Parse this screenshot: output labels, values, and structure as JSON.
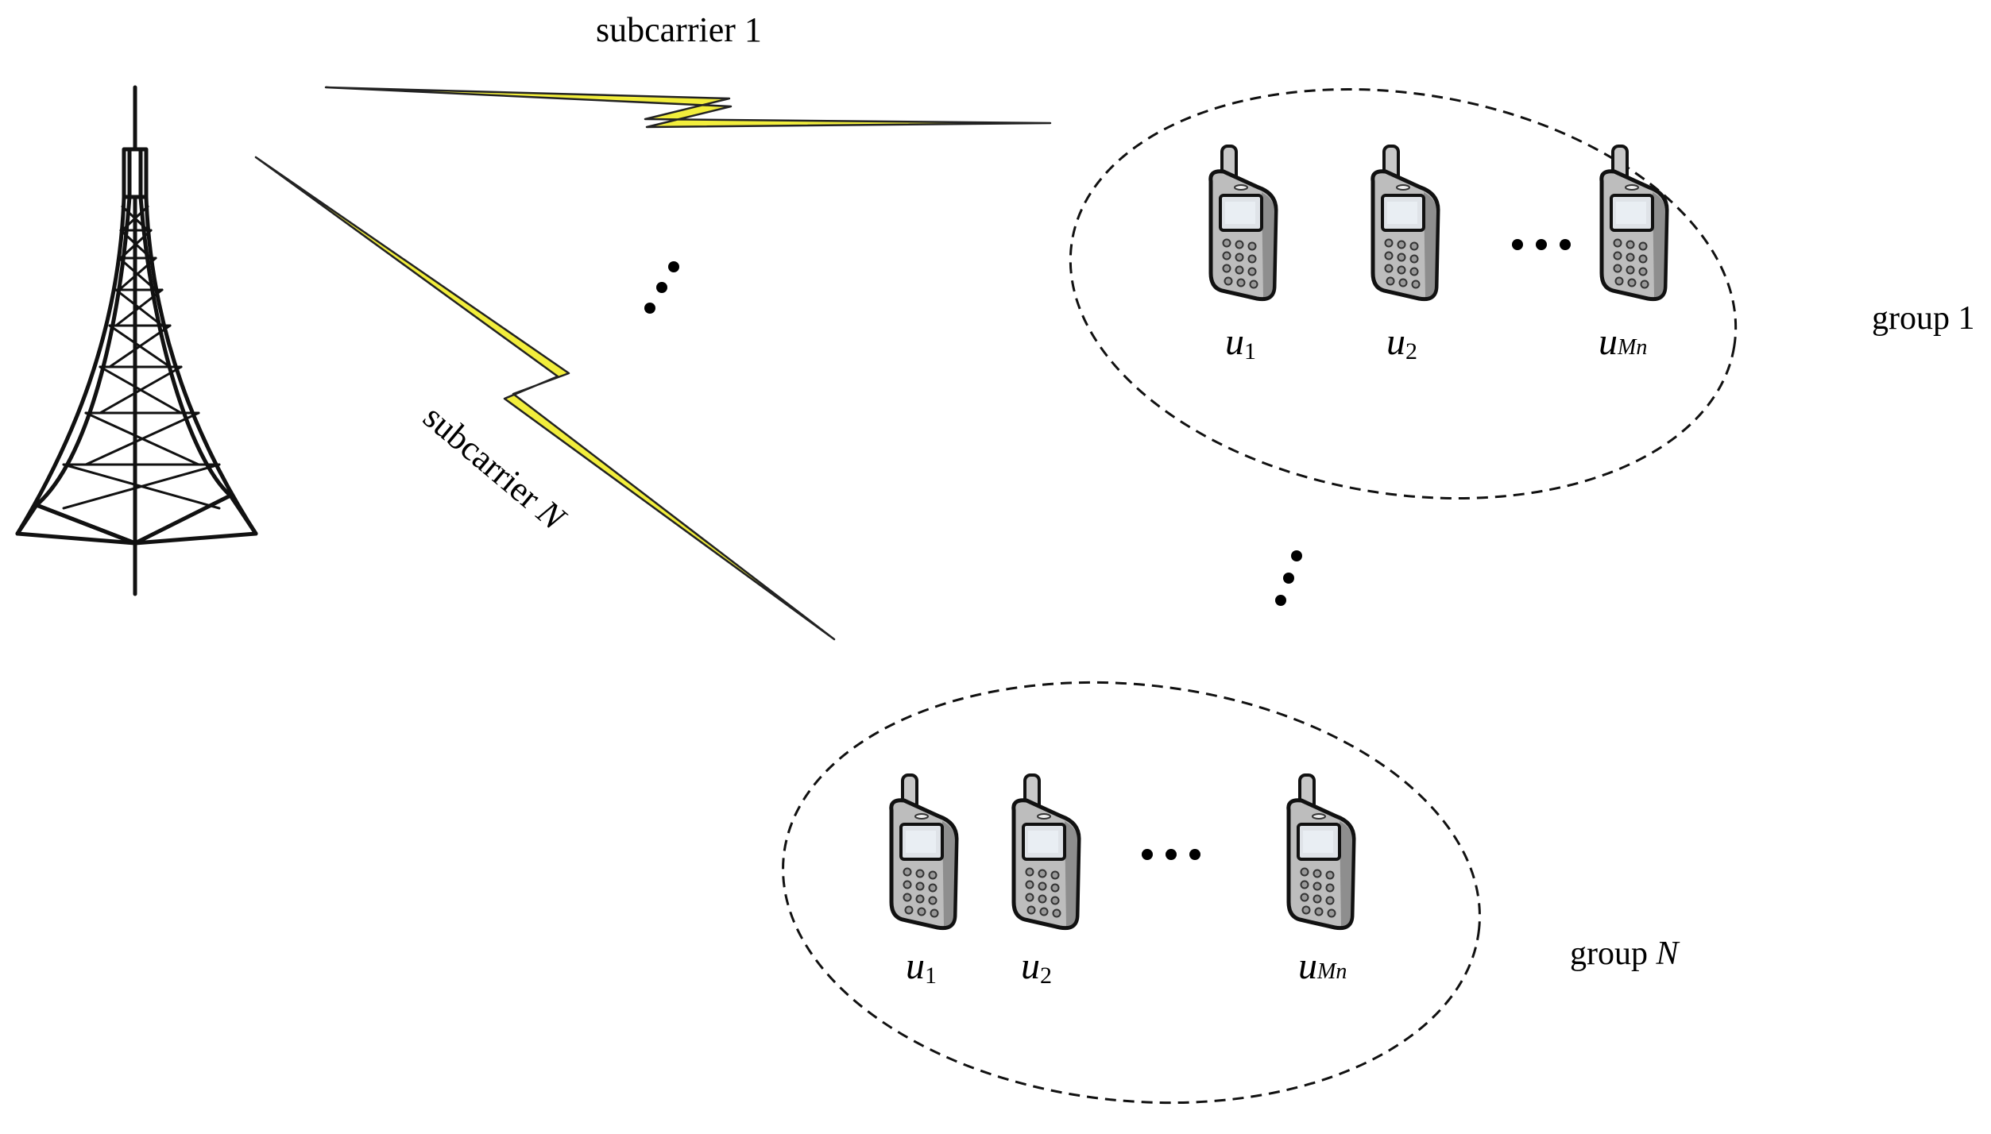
{
  "links": {
    "top_label": "subcarrier 1",
    "bottom_label_prefix": "subcarrier ",
    "bottom_label_var": "N"
  },
  "groups": [
    {
      "label_prefix": "group ",
      "label_suffix": "1",
      "users": [
        {
          "base": "u",
          "sub": "1"
        },
        {
          "base": "u",
          "sub": "2"
        },
        {
          "base": "u",
          "sub": "Mn"
        }
      ]
    },
    {
      "label_prefix": "group ",
      "label_suffix": "N",
      "users": [
        {
          "base": "u",
          "sub": "1"
        },
        {
          "base": "u",
          "sub": "2"
        },
        {
          "base": "u",
          "sub": "Mn"
        }
      ]
    }
  ],
  "colors": {
    "lightning": "#f2ee3c",
    "stroke": "#1a1a1a",
    "phone_body": "#bdbdbd",
    "phone_screen": "#dfe3e8",
    "phone_shadow": "#d3d3d3"
  }
}
